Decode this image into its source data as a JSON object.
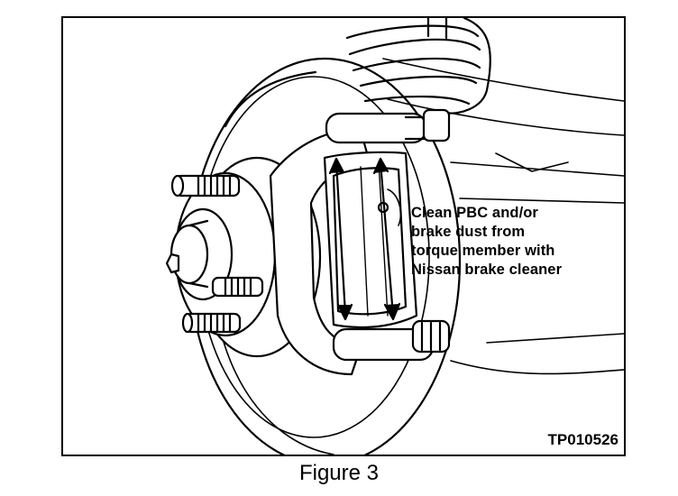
{
  "callout": {
    "lines": [
      "Clean PBC and/or",
      "brake dust from",
      "torque member with",
      "Nissan brake cleaner"
    ]
  },
  "figure_code": "TP010526",
  "caption": "Figure 3",
  "colors": {
    "ink": "#000000",
    "paper": "#ffffff"
  }
}
